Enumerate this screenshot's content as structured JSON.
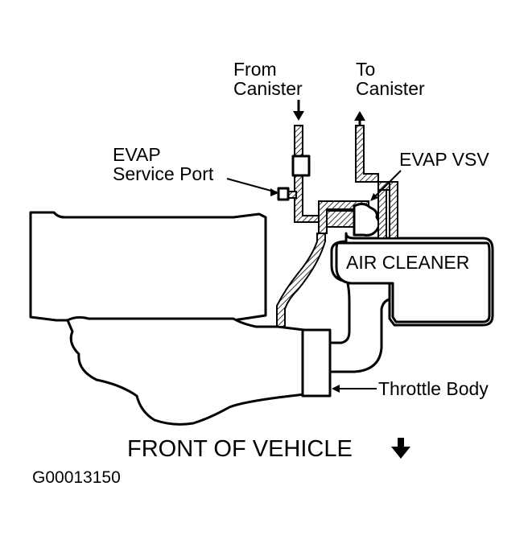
{
  "labels": {
    "from_canister": [
      "From",
      "Canister"
    ],
    "to_canister": [
      "To",
      "Canister"
    ],
    "evap_service_port": [
      "EVAP",
      "Service Port"
    ],
    "evap_vsv": "EVAP VSV",
    "air_cleaner": "AIR CLEANER",
    "throttle_body": "Throttle Body",
    "front_of_vehicle": "FRONT OF VEHICLE",
    "figure_code": "G00013150"
  },
  "icons": [
    "down-arrow-icon",
    "up-arrow-icon",
    "down-arrow-icon"
  ]
}
